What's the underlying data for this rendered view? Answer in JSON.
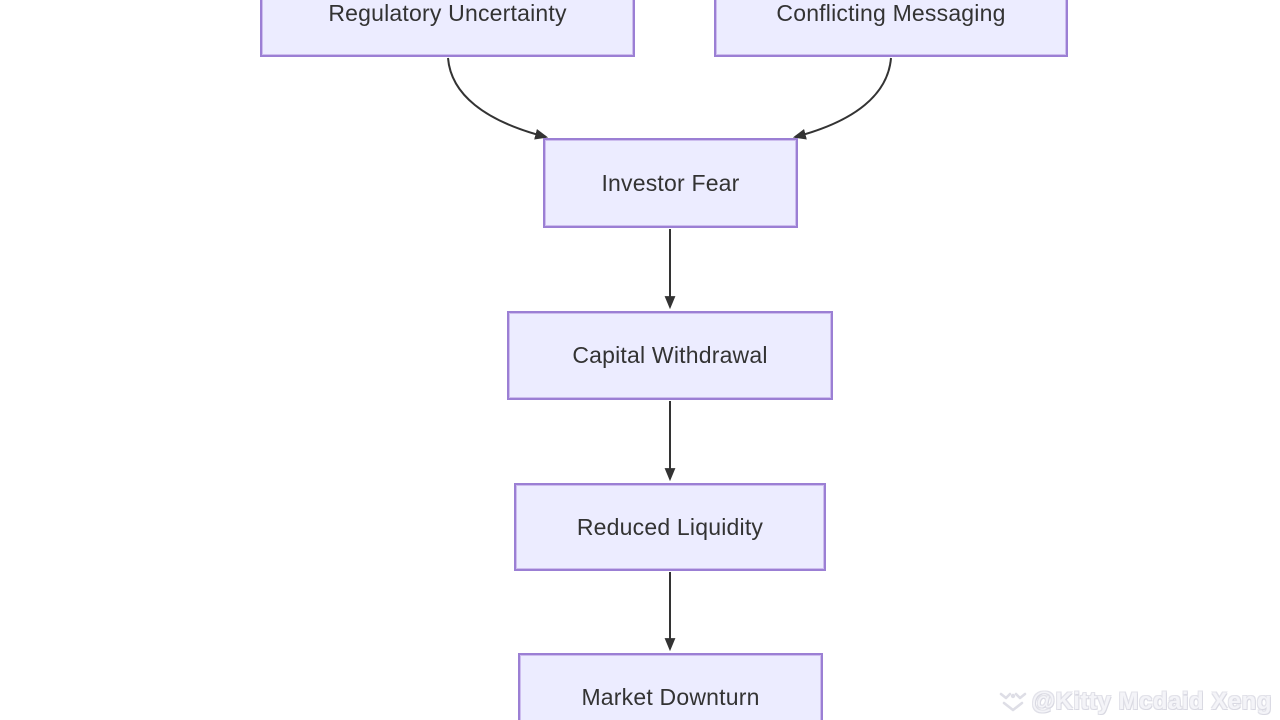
{
  "diagram": {
    "type": "flowchart",
    "direction": "top-down",
    "nodes": [
      {
        "id": "regulatory-uncertainty",
        "label": "Regulatory Uncertainty"
      },
      {
        "id": "conflicting-messaging",
        "label": "Conflicting Messaging"
      },
      {
        "id": "investor-fear",
        "label": "Investor Fear"
      },
      {
        "id": "capital-withdrawal",
        "label": "Capital Withdrawal"
      },
      {
        "id": "reduced-liquidity",
        "label": "Reduced Liquidity"
      },
      {
        "id": "market-downturn",
        "label": "Market Downturn"
      }
    ],
    "edges": [
      {
        "from": "regulatory-uncertainty",
        "to": "investor-fear"
      },
      {
        "from": "conflicting-messaging",
        "to": "investor-fear"
      },
      {
        "from": "investor-fear",
        "to": "capital-withdrawal"
      },
      {
        "from": "capital-withdrawal",
        "to": "reduced-liquidity"
      },
      {
        "from": "reduced-liquidity",
        "to": "market-downturn"
      }
    ],
    "colors": {
      "node_fill": "#ECECFF",
      "node_border": "#9370DB",
      "node_text": "#333333",
      "edge": "#333333",
      "background": "#FFFFFF"
    }
  },
  "watermark": {
    "text": "@Kitty Mcdaid Xeng",
    "icon": "chevron-diamond-logo-icon",
    "color": "#F4F4F8"
  }
}
